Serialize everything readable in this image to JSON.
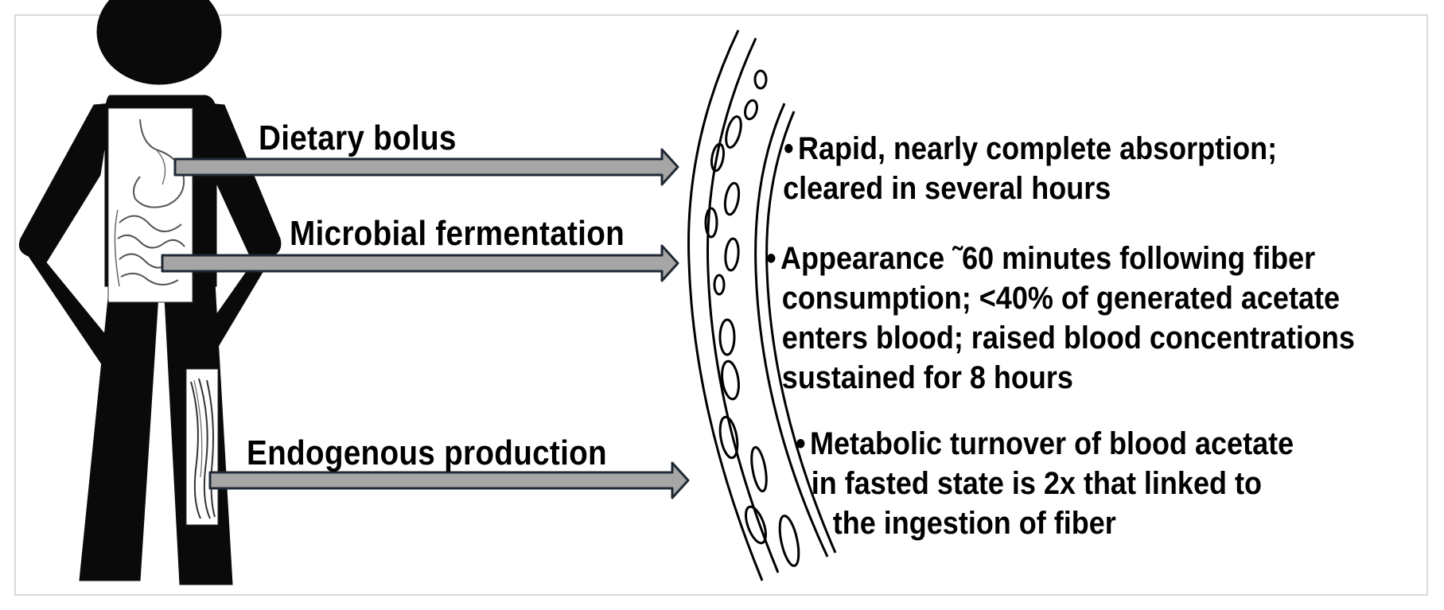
{
  "sources": [
    {
      "label": "Dietary bolus"
    },
    {
      "label": "Microbial fermentation"
    },
    {
      "label": "Endogenous production"
    }
  ],
  "notes": [
    {
      "bullet": "•",
      "lines": [
        "Rapid, nearly complete absorption;",
        "cleared in several hours"
      ]
    },
    {
      "bullet": "•",
      "lines": [
        "Appearance ˜60 minutes following fiber",
        "consumption; <40% of generated acetate",
        "enters blood; raised blood concentrations",
        "sustained for 8 hours"
      ]
    },
    {
      "bullet": "•",
      "lines": [
        "Metabolic turnover of blood acetate",
        "in fasted state is 2x that linked to",
        "the ingestion of fiber"
      ]
    }
  ],
  "colors": {
    "silhouette": "#0a0a0a",
    "arrow_fill": "#a6a6a6",
    "arrow_stroke": "#1f2a35",
    "frame": "#d9d9d9"
  },
  "icons": {
    "person": "human-silhouette-icon",
    "gut": "stomach-intestine-icon",
    "muscle": "muscle-fiber-icon",
    "vessel": "blood-vessel-icon"
  }
}
